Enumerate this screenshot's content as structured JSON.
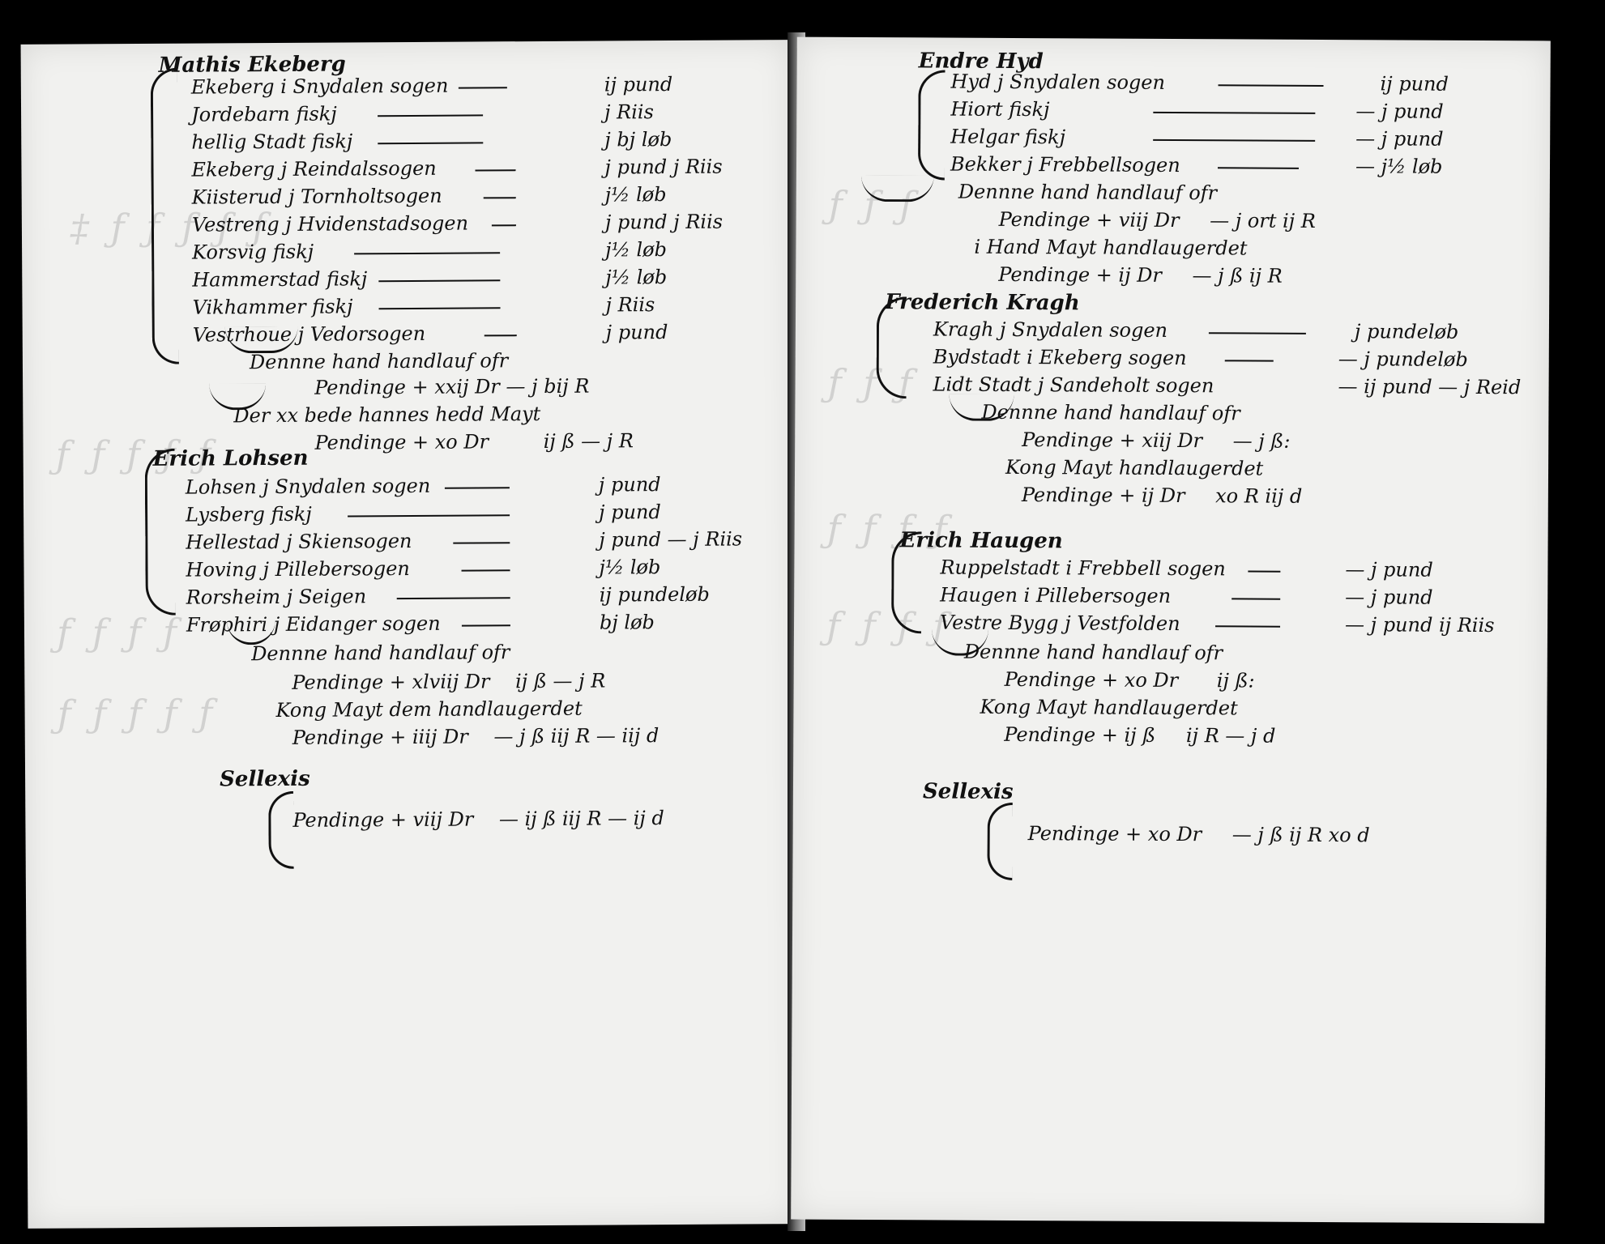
{
  "left": {
    "sections": [
      {
        "heading": "Mathis Ekeberg",
        "rows": [
          {
            "label": "Ekeberg i Snydalen sogen",
            "amount": "ij pund"
          },
          {
            "label": "Jordebarn fiskj",
            "amount": "j Riis"
          },
          {
            "label": "hellig Stadt fiskj",
            "amount": "j bj løb"
          },
          {
            "label": "Ekeberg j Reindalssogen",
            "amount": "j pund j Riis"
          },
          {
            "label": "Kiisterud j Tornholtsogen",
            "amount": "j½ løb"
          },
          {
            "label": "Vestreng j Hvidenstadsogen",
            "amount": "j pund j Riis"
          },
          {
            "label": "Korsvig fiskj",
            "amount": "j½ løb"
          },
          {
            "label": "Hammerstad fiskj",
            "amount": "j½ løb"
          },
          {
            "label": "Vikhammer fiskj",
            "amount": "j Riis"
          },
          {
            "label": "Vestrhoue j Vedorsogen",
            "amount": "j pund"
          }
        ],
        "totals": [
          {
            "text": "Dennne hand handlauf ofr",
            "amount": ""
          },
          {
            "text": "Pendinge + xxij Dr",
            "amount": "— j bij R"
          },
          {
            "text": "Der xx bede hannes hedd Mayt",
            "amount": ""
          },
          {
            "text": "Pendinge + xo Dr",
            "amount": "ij ß — j R"
          }
        ]
      },
      {
        "heading": "Erich Lohsen",
        "rows": [
          {
            "label": "Lohsen j Snydalen sogen",
            "amount": "j pund"
          },
          {
            "label": "Lysberg fiskj",
            "amount": "j pund"
          },
          {
            "label": "Hellestad j Skiensogen",
            "amount": "j pund — j Riis"
          },
          {
            "label": "Hoving j Pillebersogen",
            "amount": "j½ løb"
          },
          {
            "label": "Rorsheim j Seigen",
            "amount": "ij pundeløb"
          },
          {
            "label": "Frøphiri j Eidanger sogen",
            "amount": "bj løb"
          }
        ],
        "totals": [
          {
            "text": "Dennne hand handlauf ofr",
            "amount": ""
          },
          {
            "text": "Pendinge + xlviij Dr",
            "amount": "ij ß — j R"
          },
          {
            "text": "Kong Mayt dem handlaugerdet",
            "amount": ""
          },
          {
            "text": "Pendinge + iiij Dr",
            "amount": "— j ß iij R — iij d"
          }
        ]
      },
      {
        "heading": "Sellexis",
        "rows": [],
        "totals": [
          {
            "text": "Pendinge + viij Dr",
            "amount": "— ij ß iij R — ij d"
          }
        ]
      }
    ]
  },
  "right": {
    "sections": [
      {
        "heading": "Endre Hyd",
        "rows": [
          {
            "label": "Hyd j Snydalen sogen",
            "amount": "ij pund"
          },
          {
            "label": "Hiort fiskj",
            "amount": "— j pund"
          },
          {
            "label": "Helgar fiskj",
            "amount": "— j pund"
          },
          {
            "label": "Bekker j Frebbellsogen",
            "amount": "— j½ løb"
          }
        ],
        "totals": [
          {
            "text": "Dennne hand handlauf ofr",
            "amount": ""
          },
          {
            "text": "Pendinge + viij Dr",
            "amount": "— j ort ij R"
          },
          {
            "text": "i Hand Mayt handlaugerdet",
            "amount": ""
          },
          {
            "text": "Pendinge + ij Dr",
            "amount": "— j ß ij R"
          }
        ]
      },
      {
        "heading": "Frederich Kragh",
        "rows": [
          {
            "label": "Kragh j Snydalen sogen",
            "amount": "j pundeløb"
          },
          {
            "label": "Bydstadt i Ekeberg sogen",
            "amount": "— j pundeløb"
          },
          {
            "label": "Lidt Stadt j Sandeholt sogen",
            "amount": "— ij pund — j Reid"
          }
        ],
        "totals": [
          {
            "text": "Dennne hand handlauf ofr",
            "amount": ""
          },
          {
            "text": "Pendinge + xiij Dr",
            "amount": "— j ß:"
          },
          {
            "text": "Kong Mayt handlaugerdet",
            "amount": ""
          },
          {
            "text": "Pendinge + ij Dr",
            "amount": "xo R iij d"
          }
        ]
      },
      {
        "heading": "Erich Haugen",
        "rows": [
          {
            "label": "Ruppelstadt i Frebbell sogen",
            "amount": "— j pund"
          },
          {
            "label": "Haugen i Pillebersogen",
            "amount": "— j pund"
          },
          {
            "label": "Vestre Bygg j Vestfolden",
            "amount": "— j pund ij Riis"
          }
        ],
        "totals": [
          {
            "text": "Dennne hand handlauf ofr",
            "amount": ""
          },
          {
            "text": "Pendinge + xo Dr",
            "amount": "ij ß:"
          },
          {
            "text": "Kong Mayt handlaugerdet",
            "amount": ""
          },
          {
            "text": "Pendinge + ij ß",
            "amount": "ij R — j d"
          }
        ]
      },
      {
        "heading": "Sellexis",
        "rows": [],
        "totals": [
          {
            "text": "Pendinge + xo Dr",
            "amount": "— j ß ij R xo d"
          }
        ]
      }
    ]
  }
}
